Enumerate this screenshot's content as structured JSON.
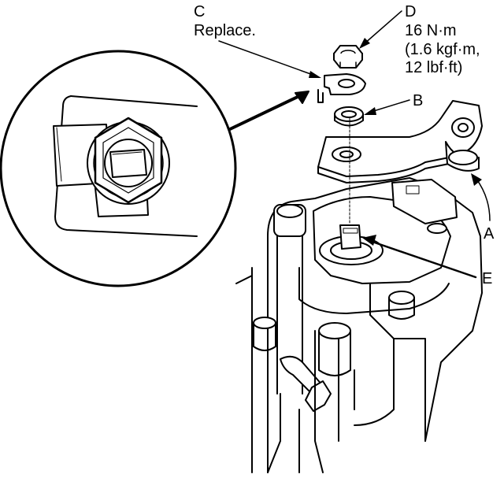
{
  "callouts": {
    "c": {
      "letter": "C",
      "note": "Replace."
    },
    "d": {
      "letter": "D",
      "torque_lines": [
        "16 N·m",
        "(1.6 kgf·m,",
        "12 lbf·ft)"
      ]
    },
    "b": {
      "letter": "B"
    },
    "a": {
      "letter": "A"
    },
    "e": {
      "letter": "E"
    }
  },
  "colors": {
    "line": "#000000",
    "background": "#ffffff",
    "part_shade": "#d9d9d9"
  }
}
